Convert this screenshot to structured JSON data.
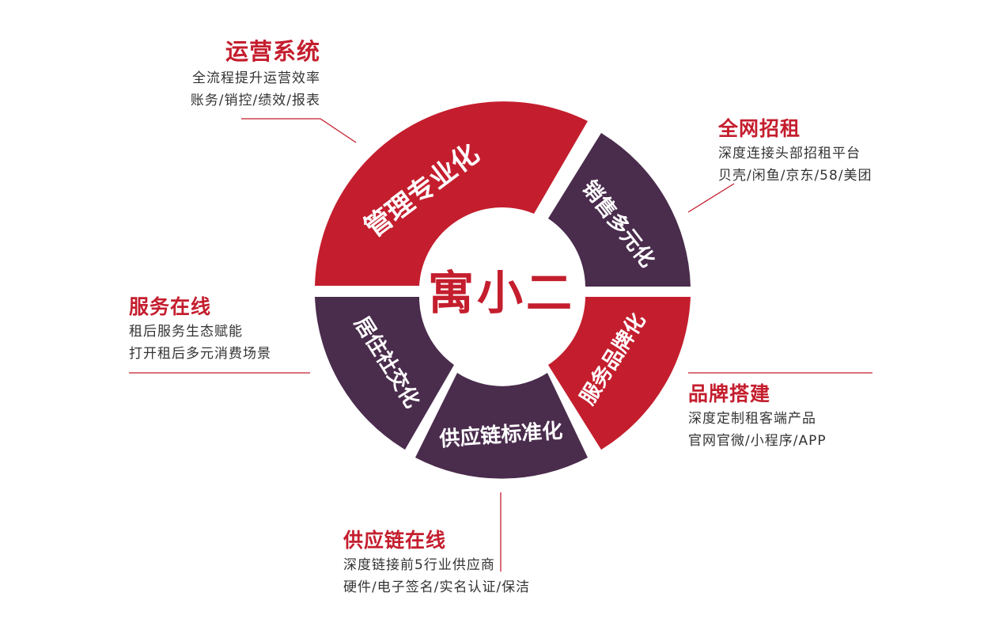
{
  "colors": {
    "brand_red": "#c41e2e",
    "dark_purple": "#4a2c4d",
    "text_gray": "#333333"
  },
  "center": {
    "logo_text": "寓小二"
  },
  "segments": [
    {
      "label": "管理专业化",
      "color": "#c41e2e"
    },
    {
      "label": "销售多元化",
      "color": "#4a2c4d"
    },
    {
      "label": "服务品牌化",
      "color": "#c41e2e"
    },
    {
      "label": "供应链标准化",
      "color": "#4a2c4d"
    },
    {
      "label": "居住社交化",
      "color": "#4a2c4d"
    }
  ],
  "callouts": {
    "yunying": {
      "title": "运营系统",
      "lines": [
        "全流程提升运营效率",
        "账务/销控/绩效/报表"
      ]
    },
    "zhaozu": {
      "title": "全网招租",
      "lines": [
        "深度连接头部招租平台",
        "贝壳/闲鱼/京东/58/美团"
      ]
    },
    "fuwu": {
      "title": "服务在线",
      "lines": [
        "租后服务生态赋能",
        "打开租后多元消费场景"
      ]
    },
    "pinpai": {
      "title": "品牌搭建",
      "lines": [
        "深度定制租客端产品",
        "官网官微/小程序/APP"
      ]
    },
    "gongying": {
      "title": "供应链在线",
      "lines": [
        "深度链接前5行业供应商",
        "硬件/电子签名/实名认证/保洁"
      ]
    }
  }
}
